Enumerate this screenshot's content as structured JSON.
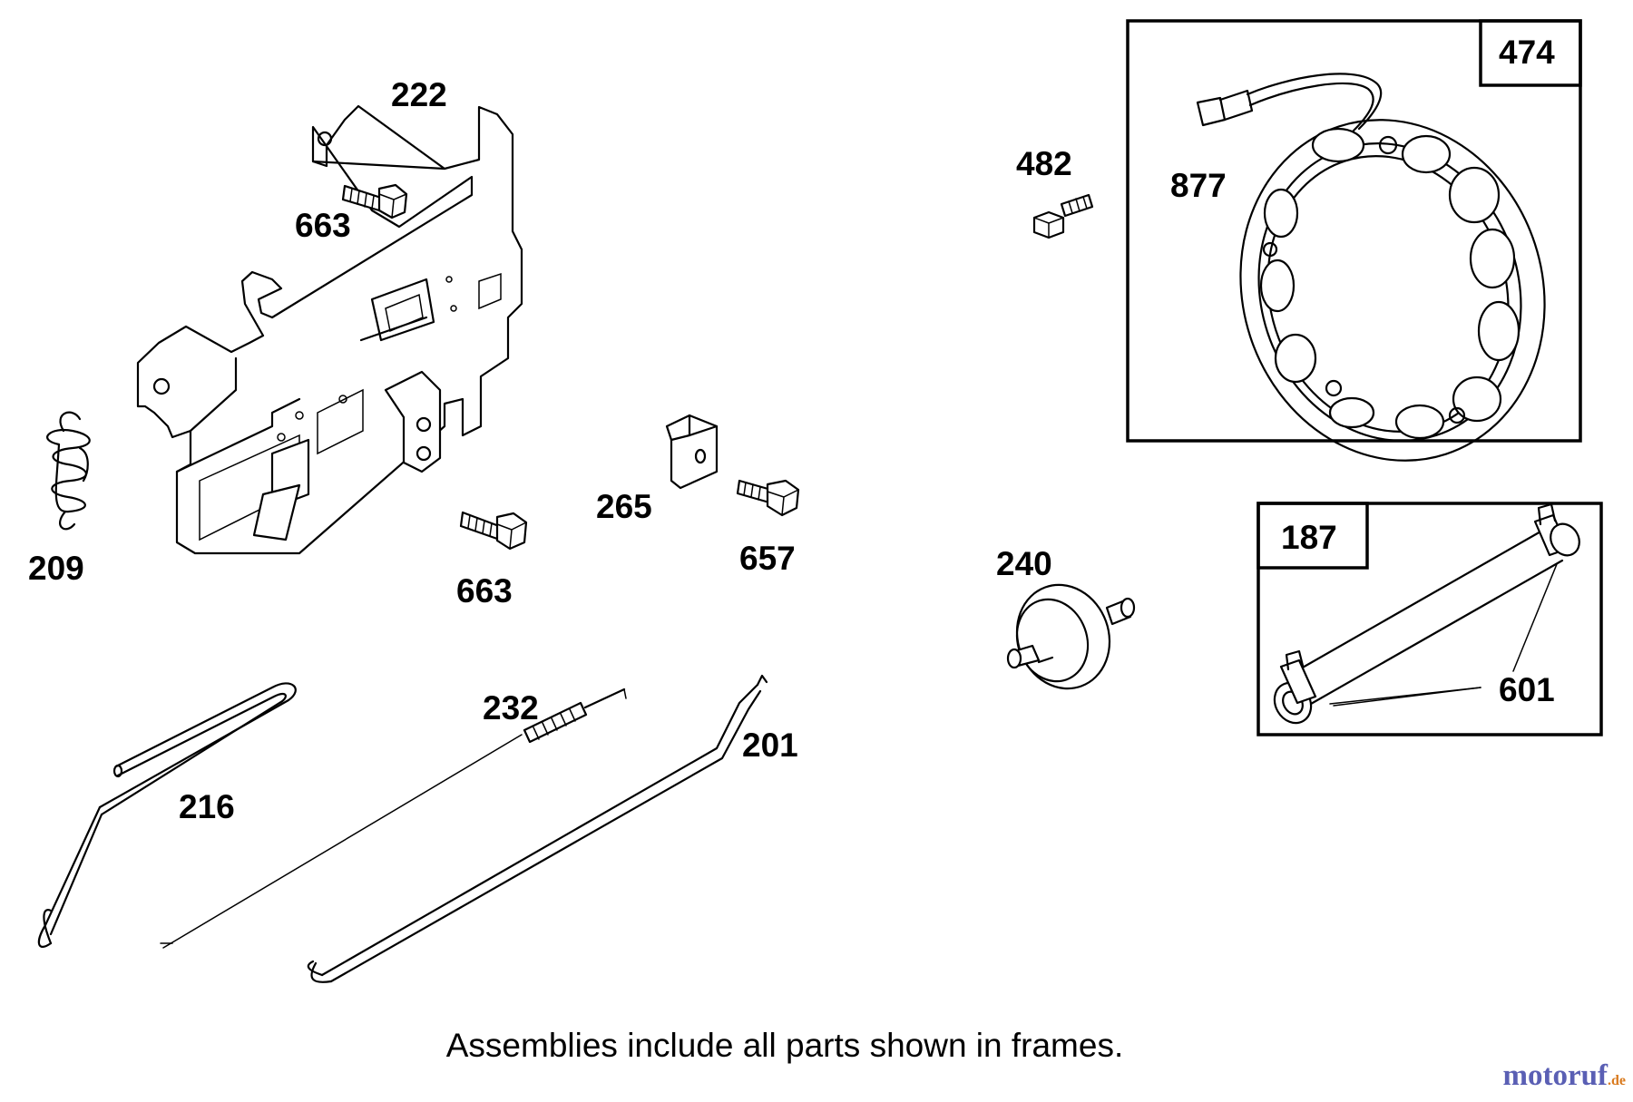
{
  "callouts": {
    "p222": "222",
    "p663a": "663",
    "p209": "209",
    "p663b": "663",
    "p265": "265",
    "p657": "657",
    "p482": "482",
    "p877": "877",
    "p474": "474",
    "p187": "187",
    "p601": "601",
    "p240": "240",
    "p232": "232",
    "p201": "201",
    "p216": "216"
  },
  "caption": "Assemblies include all parts shown in frames.",
  "watermark": {
    "name": "motoruf",
    "suffix": ".de",
    "color": "#5a5fb4",
    "suffix_color": "#d97a1e"
  },
  "icons": [
    "control-bracket-icon",
    "bolt-icon",
    "spring-icon",
    "clip-icon",
    "screw-icon",
    "alternator-stator-icon",
    "fuel-filter-icon",
    "fuel-line-icon",
    "governor-spring-icon",
    "link-rod-icon",
    "choke-link-icon"
  ]
}
